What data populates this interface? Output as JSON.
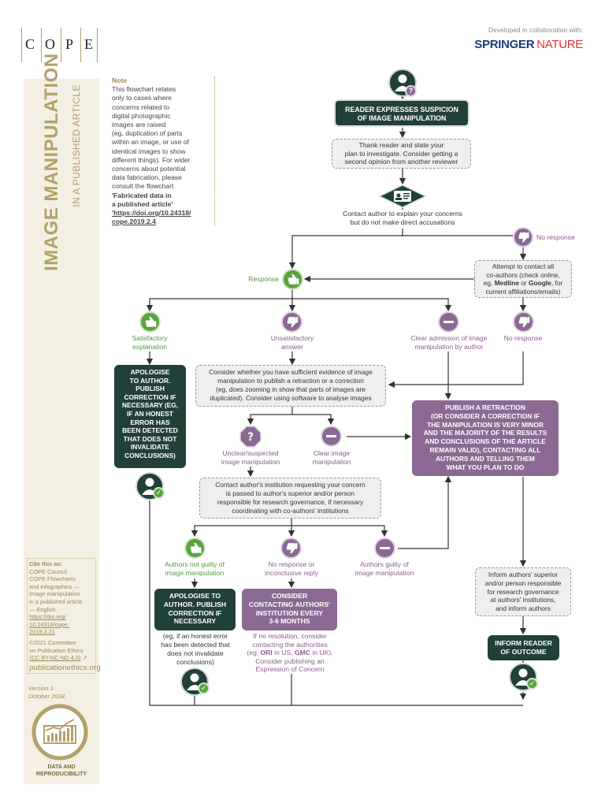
{
  "header": {
    "logo_letters": [
      "C",
      "O",
      "P",
      "E"
    ],
    "collab_label": "Developed in collaboration with:",
    "partner_word1": "SPRINGER",
    "partner_word2": "NATURE"
  },
  "sidebar": {
    "title_main": "IMAGE MANIPULATION",
    "title_sub": "IN A PUBLISHED ARTICLE",
    "cite_lines": [
      "Cite this as:",
      "COPE Council.",
      "COPE Flowcharts",
      "and infographics —",
      "Image manipulation",
      "in a published article",
      "— English.",
      "https://doi.org/",
      "10.24318/cope.",
      "2019.2.21"
    ],
    "copyright_lines": [
      "©2021 Committee",
      "on Publication Ethics",
      "(CC BY-NC-ND 4.0)"
    ],
    "website": "publicationethics.org",
    "version_lines": [
      "Version 1:",
      "October 2018."
    ],
    "badge_lines": [
      "DATA AND",
      "REPRODUCIBILITY"
    ]
  },
  "note": {
    "heading": "Note",
    "body_lines": [
      "This flowchart relates",
      "only to cases where",
      "concerns related to",
      "digital photographic",
      "images are raised",
      "(eg, duplication of parts",
      "within an image, or use of",
      "identical images to show",
      "different things). For wider",
      "concerns about potential",
      "data fabrication, please",
      "consult the flowchart"
    ],
    "link_title_1": "'Fabricated data in",
    "link_title_2": "a published article'",
    "link_url_1": "'https://doi.org/10.24318/",
    "link_url_2": "cope.2019.2.4",
    "link_end": "."
  },
  "flow": {
    "start": [
      "READER EXPRESSES SUSPICION",
      "OF IMAGE MANIPULATION"
    ],
    "thank": [
      "Thank reader and state your",
      "plan to investigate. Consider getting a",
      "second opinion from another reviewer"
    ],
    "contact": [
      "Contact author to explain your concerns",
      "but do not make direct accusations"
    ],
    "no_response_1": "No response",
    "coauthors_1": "Attempt to contact all",
    "coauthors_2": "co-authors (check online,",
    "coauthors_3a": "eg, ",
    "coauthors_3b": "Medline",
    "coauthors_3c": " or ",
    "coauthors_3d": "Google",
    "coauthors_3e": ", for",
    "coauthors_4": "current affiliations/emails)",
    "response": "Response",
    "satisfactory": [
      "Satisfactory",
      "explanation"
    ],
    "unsatisfactory": [
      "Unsatisfactory",
      "answer"
    ],
    "clear_admission": [
      "Clear admission of image",
      "manipulation by author"
    ],
    "no_response_2": "No response",
    "apologise_1": [
      "APOLOGISE",
      "TO AUTHOR.",
      "PUBLISH",
      "CORRECTION IF",
      "NECESSARY (EG,",
      "IF AN HONEST",
      "ERROR HAS",
      "BEEN DETECTED",
      "THAT DOES NOT",
      "INVALIDATE",
      "CONCLUSIONS)"
    ],
    "consider_evidence": [
      "Consider whether you have sufficient evidence of image",
      "manipulation to publish a retraction or a correction",
      "(eg, does zooming in show that parts of images are",
      "duplicated). Consider using software to analyse images"
    ],
    "unclear": [
      "Unclear/suspected",
      "image manipulation"
    ],
    "clear_image": [
      "Clear image",
      "manipulation"
    ],
    "retraction": [
      "PUBLISH A RETRACTION",
      "(OR CONSIDER A CORRECTION IF",
      "THE MANIPULATION IS VERY MINOR",
      "AND THE MAJORITY OF THE RESULTS",
      "AND CONCLUSIONS OF THE ARTICLE",
      "REMAIN VALID), CONTACTING ALL",
      "AUTHORS AND TELLING THEM",
      "WHAT YOU PLAN TO DO"
    ],
    "institution": [
      "Contact author's institution requesting your concern",
      "is passed to author's superior and/or person",
      "responsible for research governance, if necessary",
      "coordinating with co-authors' institutions"
    ],
    "not_guilty": [
      "Authors not guilty of",
      "image manipulation"
    ],
    "no_response_3": [
      "No response or",
      "inconclusive reply"
    ],
    "guilty": [
      "Authors guilty of",
      "image manipulation"
    ],
    "apologise_2": [
      "APOLOGISE TO",
      "AUTHOR. PUBLISH",
      "CORRECTION IF",
      "NECESSARY"
    ],
    "apologise_2_note": [
      "(eg, if an honest error",
      "has been detected that",
      "does not invalidate",
      "conclusions)"
    ],
    "consider_contacting": [
      "CONSIDER",
      "CONTACTING AUTHORS'",
      "INSTITUTION EVERY",
      "3-6 MONTHS"
    ],
    "no_resolution_1": "If no resolution, consider",
    "no_resolution_2": "contacting the authorities",
    "no_resolution_3a": "(eg, ",
    "no_resolution_3b": "ORI",
    "no_resolution_3c": " in US, ",
    "no_resolution_3d": "GMC",
    "no_resolution_3e": " in UK).",
    "no_resolution_4": "Consider publishing an",
    "no_resolution_5": "Expression of Concern",
    "inform_superior": [
      "Inform authors' superior",
      "and/or person responsible",
      "for research governance",
      "at authors' institutions,",
      "and inform authors"
    ],
    "inform_reader": [
      "INFORM READER",
      "OF OUTCOME"
    ]
  },
  "colors": {
    "dark": "#22403a",
    "purple": "#8a6a92",
    "green": "#5aa342",
    "gold": "#b3a16a"
  }
}
